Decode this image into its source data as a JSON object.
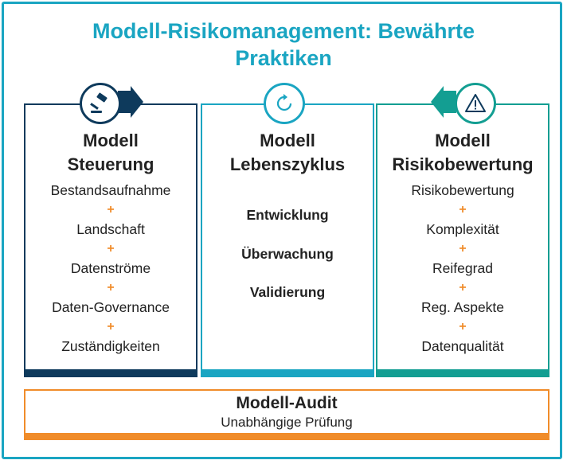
{
  "title_line1": "Modell-Risikomanagement: Bewährte",
  "title_line2": "Praktiken",
  "colors": {
    "teal": "#1aa5c2",
    "navy": "#0e3a5c",
    "green": "#139e92",
    "orange": "#f08c2a"
  },
  "columns": [
    {
      "icon": "gavel-icon",
      "heading_line1": "Modell",
      "heading_line2": "Steuerung",
      "items": [
        "Bestandsaufnahme",
        "Landschaft",
        "Datenströme",
        "Daten-Governance",
        "Zuständigkeiten"
      ]
    },
    {
      "icon": "cycle-icon",
      "heading_line1": "Modell",
      "heading_line2": "Lebenszyklus",
      "items": [
        "Entwicklung",
        "Überwachung",
        "Validierung"
      ]
    },
    {
      "icon": "warning-icon",
      "heading_line1": "Modell",
      "heading_line2": "Risikobewertung",
      "items": [
        "Risikobewertung",
        "Komplexität",
        "Reifegrad",
        "Reg. Aspekte",
        "Datenqualität"
      ]
    }
  ],
  "separator": "+",
  "audit": {
    "title": "Modell-Audit",
    "subtitle": "Unabhängige Prüfung"
  }
}
